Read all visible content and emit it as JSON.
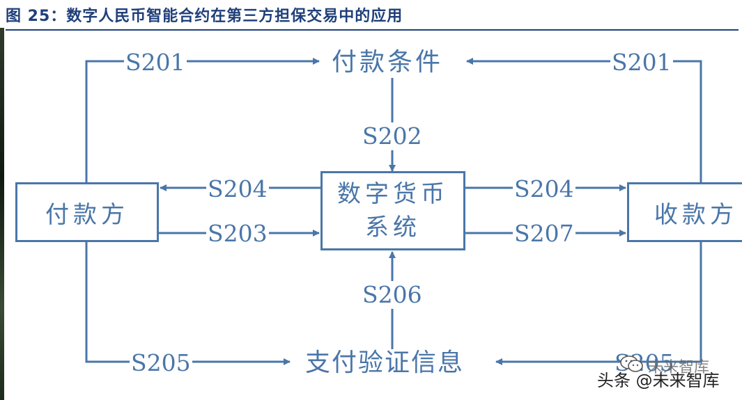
{
  "caption": "图 25：数字人民币智能合约在第三方担保交易中的应用",
  "colors": {
    "diagram": "#4a76a8",
    "caption": "#1f3f7a"
  },
  "nodes": {
    "payment_conditions": "付款条件",
    "payer": "付款方",
    "digital_currency_system_line1": "数字货币",
    "digital_currency_system_line2": "系统",
    "payee": "收款方",
    "payment_verification_info": "支付验证信息"
  },
  "steps": {
    "s201_left": "S201",
    "s201_right": "S201",
    "s202": "S202",
    "s204_left": "S204",
    "s203": "S203",
    "s204_right": "S204",
    "s207": "S207",
    "s206": "S206",
    "s205_left": "S205",
    "s205_right": "S205"
  },
  "watermark": {
    "text": "头条 @未来智库",
    "back_text": "未来智库",
    "icon": "wechat-icon"
  }
}
